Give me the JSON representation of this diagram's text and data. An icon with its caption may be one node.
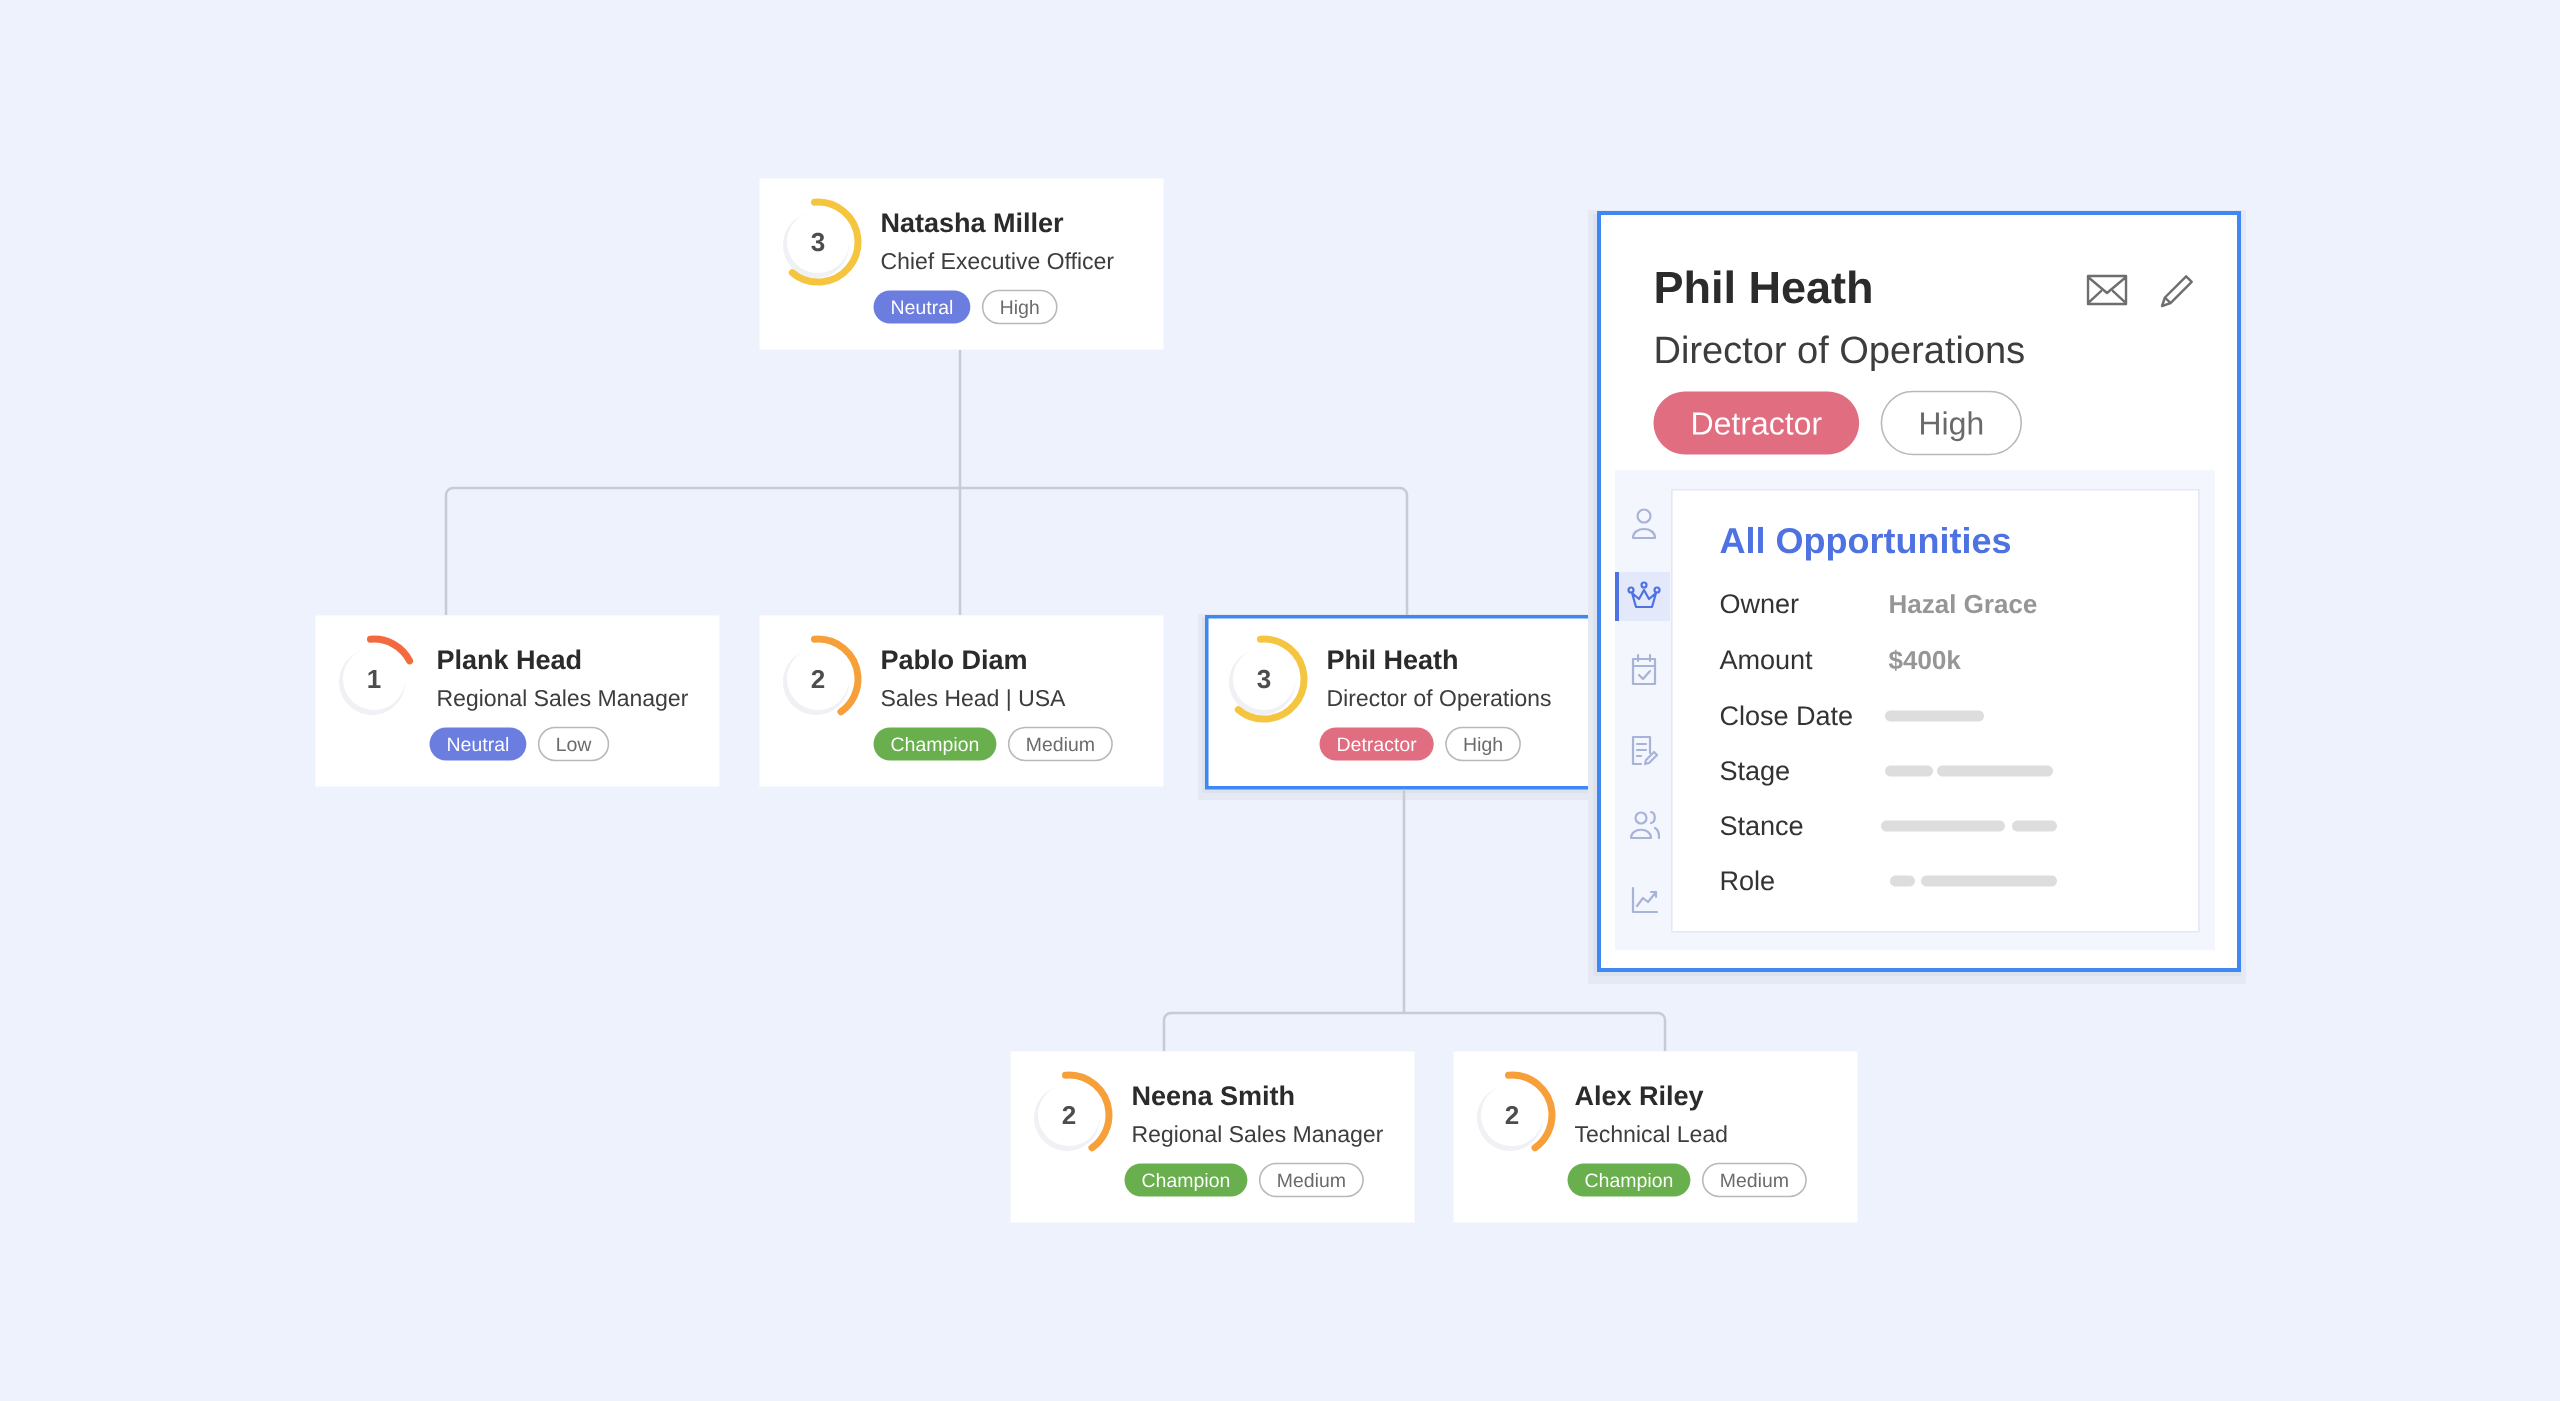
{
  "diagram": {
    "nodes": [
      {
        "text": [
          "3",
          "Natasha Miller",
          "Chief Executive Officer",
          "Neutral",
          "High"
        ]
      },
      {
        "text": [
          "1",
          "Plank Head",
          "Regional Sales Manager",
          "Neutral",
          "Low"
        ]
      },
      {
        "text": [
          "2",
          "Pablo Diam",
          "Sales Head | USA",
          "Champion",
          "Medium"
        ]
      },
      {
        "text": [
          "3",
          "Phil Heath",
          "Director of Operations",
          "Detractor",
          "High"
        ]
      },
      {
        "text": [
          "2",
          "Neena Smith",
          "Regional Sales Manager",
          "Champion",
          "Medium"
        ]
      },
      {
        "text": [
          "2",
          "Alex Riley",
          "Technical Lead",
          "Champion",
          "Medium"
        ]
      },
      {
        "text": [
          "Phil Heath",
          "Director of Operations",
          "Detractor",
          "High"
        ]
      },
      {
        "text": [
          "All Opportunities",
          "Owner",
          "Hazal Grace",
          "Amount",
          "$400k",
          "Close Date",
          "Stage",
          "Stance",
          "Role"
        ],
        "in": 6
      }
    ],
    "edges": [
      {
        "from": 0,
        "to": 1,
        "arrow": "none"
      },
      {
        "from": 0,
        "to": 2,
        "arrow": "none"
      },
      {
        "from": 0,
        "to": 3,
        "arrow": "none"
      },
      {
        "from": 3,
        "to": 4,
        "arrow": "none"
      },
      {
        "from": 3,
        "to": 5,
        "arrow": "none"
      }
    ]
  }
}
